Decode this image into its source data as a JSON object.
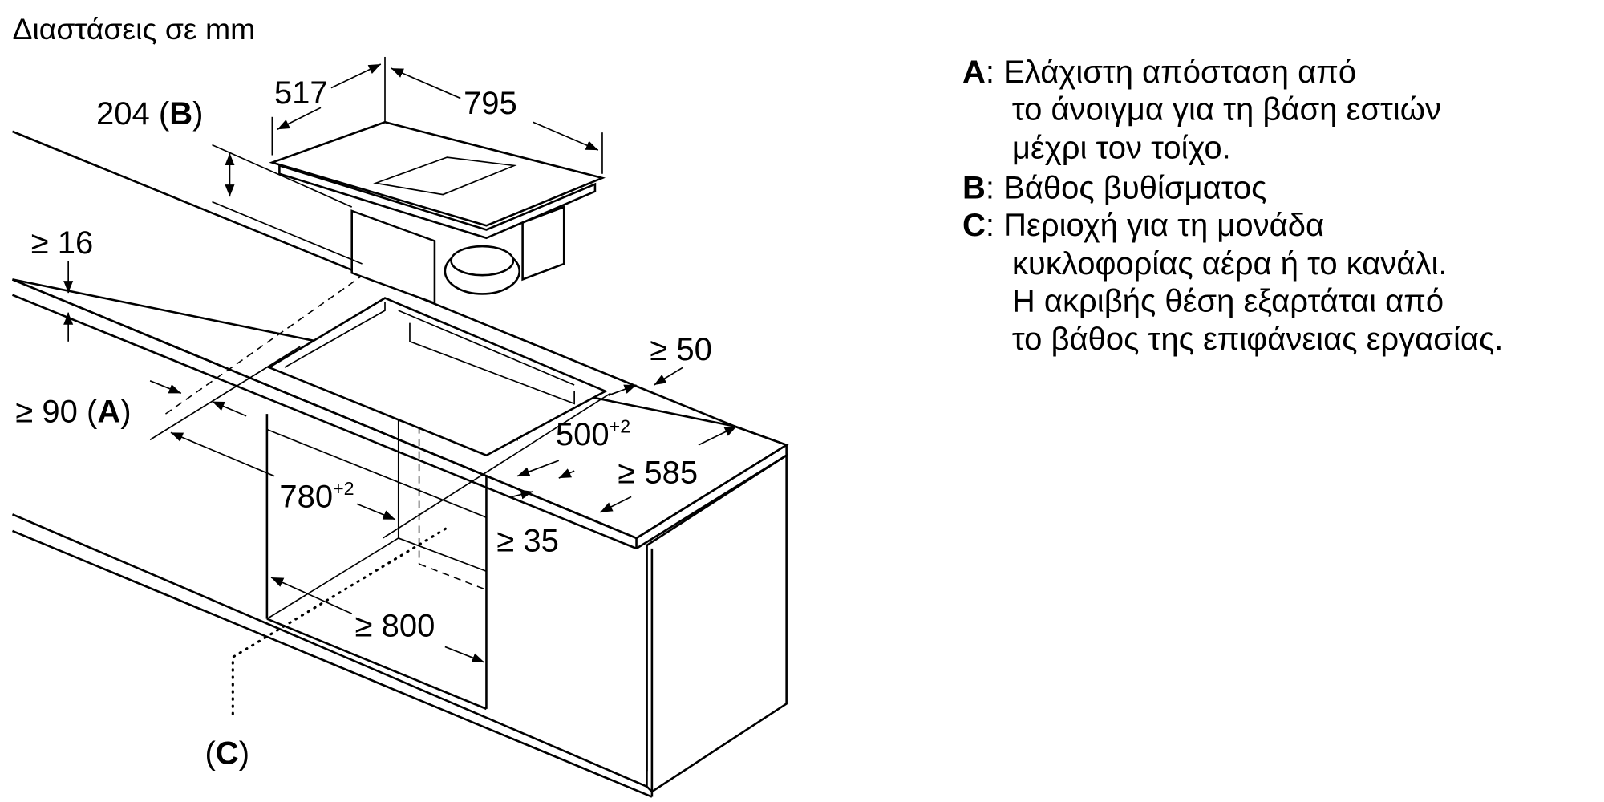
{
  "title": "Διαστάσεις σε mm",
  "dimensions": {
    "hob_depth": "517",
    "hob_width": "795",
    "immersion_depth": "204",
    "immersion_depth_ref": "B",
    "countertop_thickness": "≥ 16",
    "wall_distance": "≥ 90",
    "wall_distance_ref": "A",
    "cutout_width": "780",
    "cutout_width_tol": "+2",
    "rear_distance": "≥ 50",
    "cutout_depth": "500",
    "cutout_depth_tol": "+2",
    "worktop_depth": "≥ 585",
    "front_distance": "≥ 35",
    "cabinet_width": "≥ 800",
    "area_ref": "C"
  },
  "legend": [
    {
      "key": "A",
      "lines": [
        "Ελάχιστη απόσταση από",
        "το άνοιγμα για τη βάση εστιών",
        "μέχρι τον τοίχο."
      ]
    },
    {
      "key": "B",
      "lines": [
        "Βάθος βυθίσματος"
      ]
    },
    {
      "key": "C",
      "lines": [
        "Περιοχή για τη μονάδα",
        "κυκλοφορίας αέρα ή το κανάλι.",
        "Η ακριβής θέση εξαρτάται από",
        "το βάθος της επιφάνειας εργασίας."
      ]
    }
  ]
}
